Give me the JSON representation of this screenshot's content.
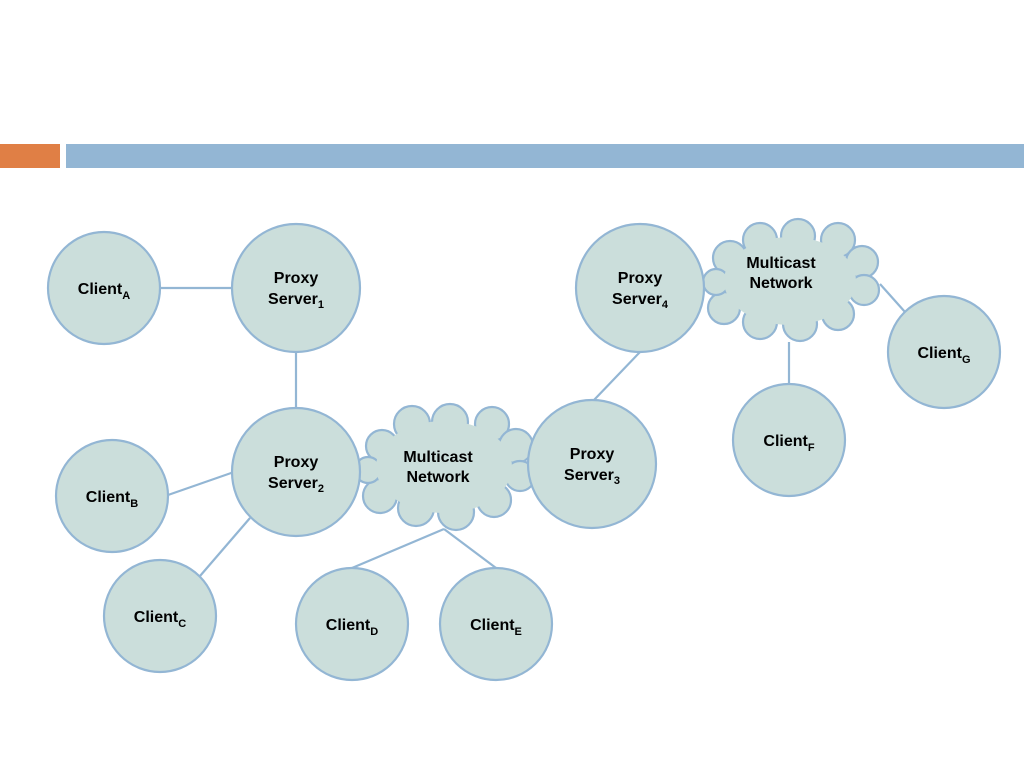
{
  "colors": {
    "accent_orange": "#e07f45",
    "accent_blue": "#93b6d4",
    "node_fill": "#cbdedb",
    "node_stroke": "#93b6d4"
  },
  "nodes": {
    "client_a": {
      "text": "Client",
      "sub": "A"
    },
    "client_b": {
      "text": "Client",
      "sub": "B"
    },
    "client_c": {
      "text": "Client",
      "sub": "C"
    },
    "client_d": {
      "text": "Client",
      "sub": "D"
    },
    "client_e": {
      "text": "Client",
      "sub": "E"
    },
    "client_f": {
      "text": "Client",
      "sub": "F"
    },
    "client_g": {
      "text": "Client",
      "sub": "G"
    },
    "proxy_1": {
      "line1": "Proxy",
      "line2": "Server",
      "sub": "1"
    },
    "proxy_2": {
      "line1": "Proxy",
      "line2": "Server",
      "sub": "2"
    },
    "proxy_3": {
      "line1": "Proxy",
      "line2": "Server",
      "sub": "3"
    },
    "proxy_4": {
      "line1": "Proxy",
      "line2": "Server",
      "sub": "4"
    },
    "multicast_1": {
      "line1": "Multicast",
      "line2": "Network"
    },
    "multicast_2": {
      "line1": "Multicast",
      "line2": "Network"
    }
  },
  "edges": [
    [
      "client_a",
      "proxy_1"
    ],
    [
      "proxy_1",
      "proxy_2"
    ],
    [
      "client_b",
      "proxy_2"
    ],
    [
      "client_c",
      "proxy_2"
    ],
    [
      "proxy_2",
      "multicast_1"
    ],
    [
      "multicast_1",
      "proxy_3"
    ],
    [
      "multicast_1",
      "client_d"
    ],
    [
      "multicast_1",
      "client_e"
    ],
    [
      "proxy_3",
      "proxy_4"
    ],
    [
      "proxy_4",
      "multicast_2"
    ],
    [
      "multicast_2",
      "client_f"
    ],
    [
      "multicast_2",
      "client_g"
    ]
  ]
}
